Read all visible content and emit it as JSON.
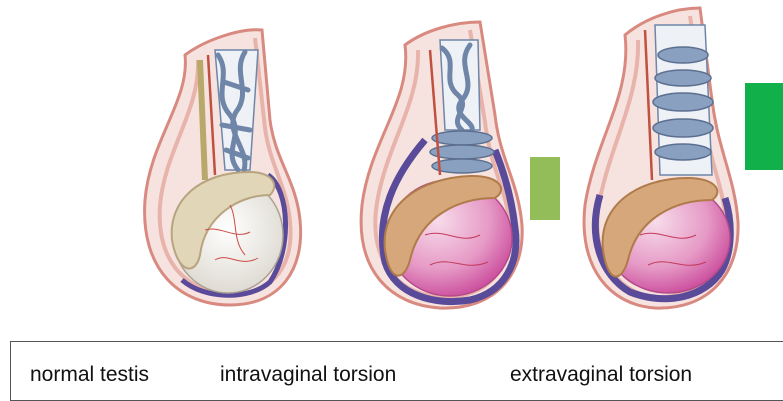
{
  "captions": {
    "normal": "normal  testis",
    "intravaginal": "intravaginal torsion",
    "extravaginal": "extravaginal torsion"
  },
  "colors": {
    "scrotal_wall": "#e8a9a0",
    "tunica_vaginalis": "#5a4a9a",
    "vein_blue": "#6f86a8",
    "normal_testis": "#ece9e2",
    "torsed_testis": "#e27fb8",
    "epididymis": "#d6a77a",
    "marker_light_green": "#92bd59",
    "marker_green": "#12b04a"
  },
  "icons": {
    "illustration": "scrotal-cross-section-illustration"
  }
}
